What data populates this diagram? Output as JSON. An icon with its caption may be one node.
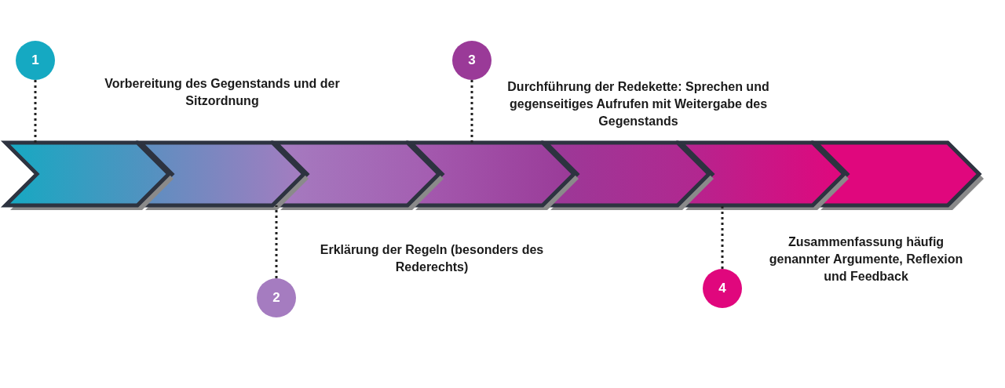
{
  "diagram": {
    "nodes": [
      {
        "text": [],
        "shape": "chevron"
      },
      {
        "text": [],
        "shape": "chevron"
      },
      {
        "text": [],
        "shape": "chevron"
      },
      {
        "text": [],
        "shape": "chevron"
      },
      {
        "text": [],
        "shape": "chevron"
      },
      {
        "text": [],
        "shape": "chevron"
      },
      {
        "text": [],
        "shape": "chevron"
      },
      {
        "text": [
          "1"
        ],
        "beside": [
          "Vorbereitung des Gegenstands und der Sitzordnung"
        ]
      },
      {
        "text": [
          "2"
        ],
        "beside": [
          "Erklärung der Regeln (besonders des Rederechts)"
        ]
      },
      {
        "text": [
          "3"
        ],
        "beside": [
          "Durchführung der Redekette: Sprechen und gegenseitiges Aufrufen mit Weitergabe des Gegenstands"
        ]
      },
      {
        "text": [
          "4"
        ],
        "beside": [
          "Zusammenfassung häufig genannter Argumente, Reflexion und Feedback"
        ]
      }
    ],
    "edges": [
      {
        "from": 7,
        "to": 0,
        "arrow": "none",
        "style": "dashed"
      },
      {
        "from": 8,
        "to": 1,
        "arrow": "none",
        "style": "dashed"
      },
      {
        "from": 9,
        "to": 3,
        "arrow": "none",
        "style": "dashed"
      },
      {
        "from": 10,
        "to": 5,
        "arrow": "none",
        "style": "dashed"
      }
    ]
  }
}
